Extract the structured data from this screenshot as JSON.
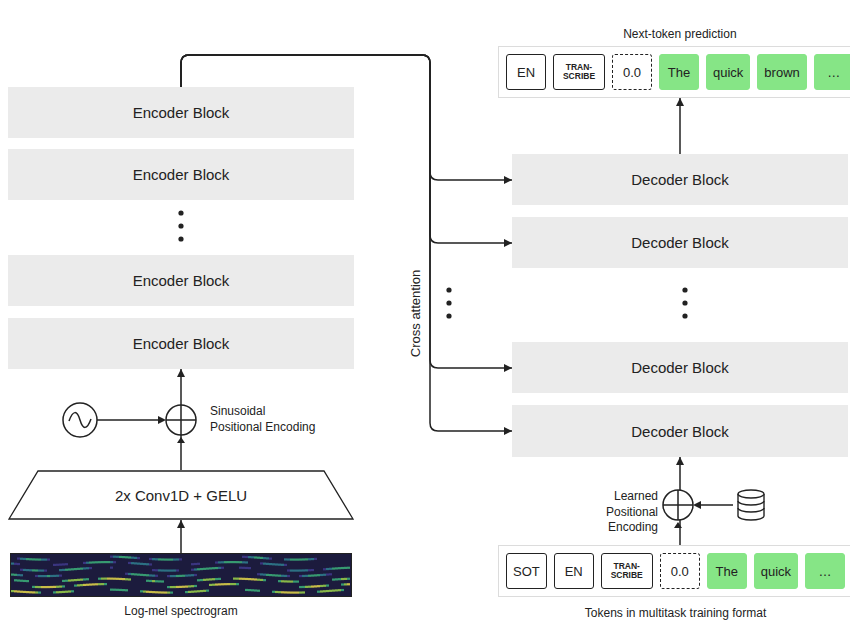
{
  "diagram": {
    "nodes": [
      {
        "text": [
          "Encoder Block"
        ]
      },
      {
        "text": [
          "Encoder Block"
        ]
      },
      {
        "text": [
          "Encoder Block"
        ]
      },
      {
        "text": [
          "Encoder Block"
        ]
      },
      {
        "text": [
          "Next-token prediction"
        ]
      },
      {
        "text": [
          "EN"
        ],
        "in": 4
      },
      {
        "text": [
          "TRAN- SCRIBE"
        ],
        "in": 4
      },
      {
        "text": [
          "0.0"
        ],
        "in": 4
      },
      {
        "text": [
          "The"
        ],
        "in": 4
      },
      {
        "text": [
          "quick"
        ],
        "in": 4
      },
      {
        "text": [
          "brown"
        ],
        "in": 4
      },
      {
        "text": [
          "…"
        ],
        "in": 4
      },
      {
        "text": [
          "Decoder Block"
        ]
      },
      {
        "text": [
          "Decoder Block"
        ]
      },
      {
        "text": [
          "Decoder Block"
        ]
      },
      {
        "text": [
          "Decoder Block"
        ]
      },
      {
        "text": [
          "2x Conv1D + GELU"
        ]
      },
      {
        "text": [
          "Log-mel spectrogram"
        ]
      },
      {
        "text": [
          "Tokens in multitask training format"
        ]
      },
      {
        "text": [
          "SOT"
        ],
        "in": 18
      },
      {
        "text": [
          "EN"
        ],
        "in": 18
      },
      {
        "text": [
          "TRAN- SCRIBE"
        ],
        "in": 18
      },
      {
        "text": [
          "0.0"
        ],
        "in": 18
      },
      {
        "text": [
          "The"
        ],
        "in": 18
      },
      {
        "text": [
          "quick"
        ],
        "in": 18
      },
      {
        "text": [
          "…"
        ],
        "in": 18
      }
    ],
    "edges": [
      {
        "from": 17,
        "to": 16,
        "arrow": "to"
      },
      {
        "from": 16,
        "to": 3,
        "arrow": "to"
      },
      {
        "from": 0,
        "to": 12,
        "arrow": "to"
      },
      {
        "from": 0,
        "to": 13,
        "arrow": "to"
      },
      {
        "from": 0,
        "to": 14,
        "arrow": "to"
      },
      {
        "from": 0,
        "to": 15,
        "arrow": "to"
      },
      {
        "from": 12,
        "to": 4,
        "arrow": "to"
      },
      {
        "from": 18,
        "to": 15,
        "arrow": "to"
      }
    ],
    "labels": [
      "Sinusoidal Positional Encoding",
      "Learned Positional Encoding",
      "Cross attention"
    ]
  }
}
